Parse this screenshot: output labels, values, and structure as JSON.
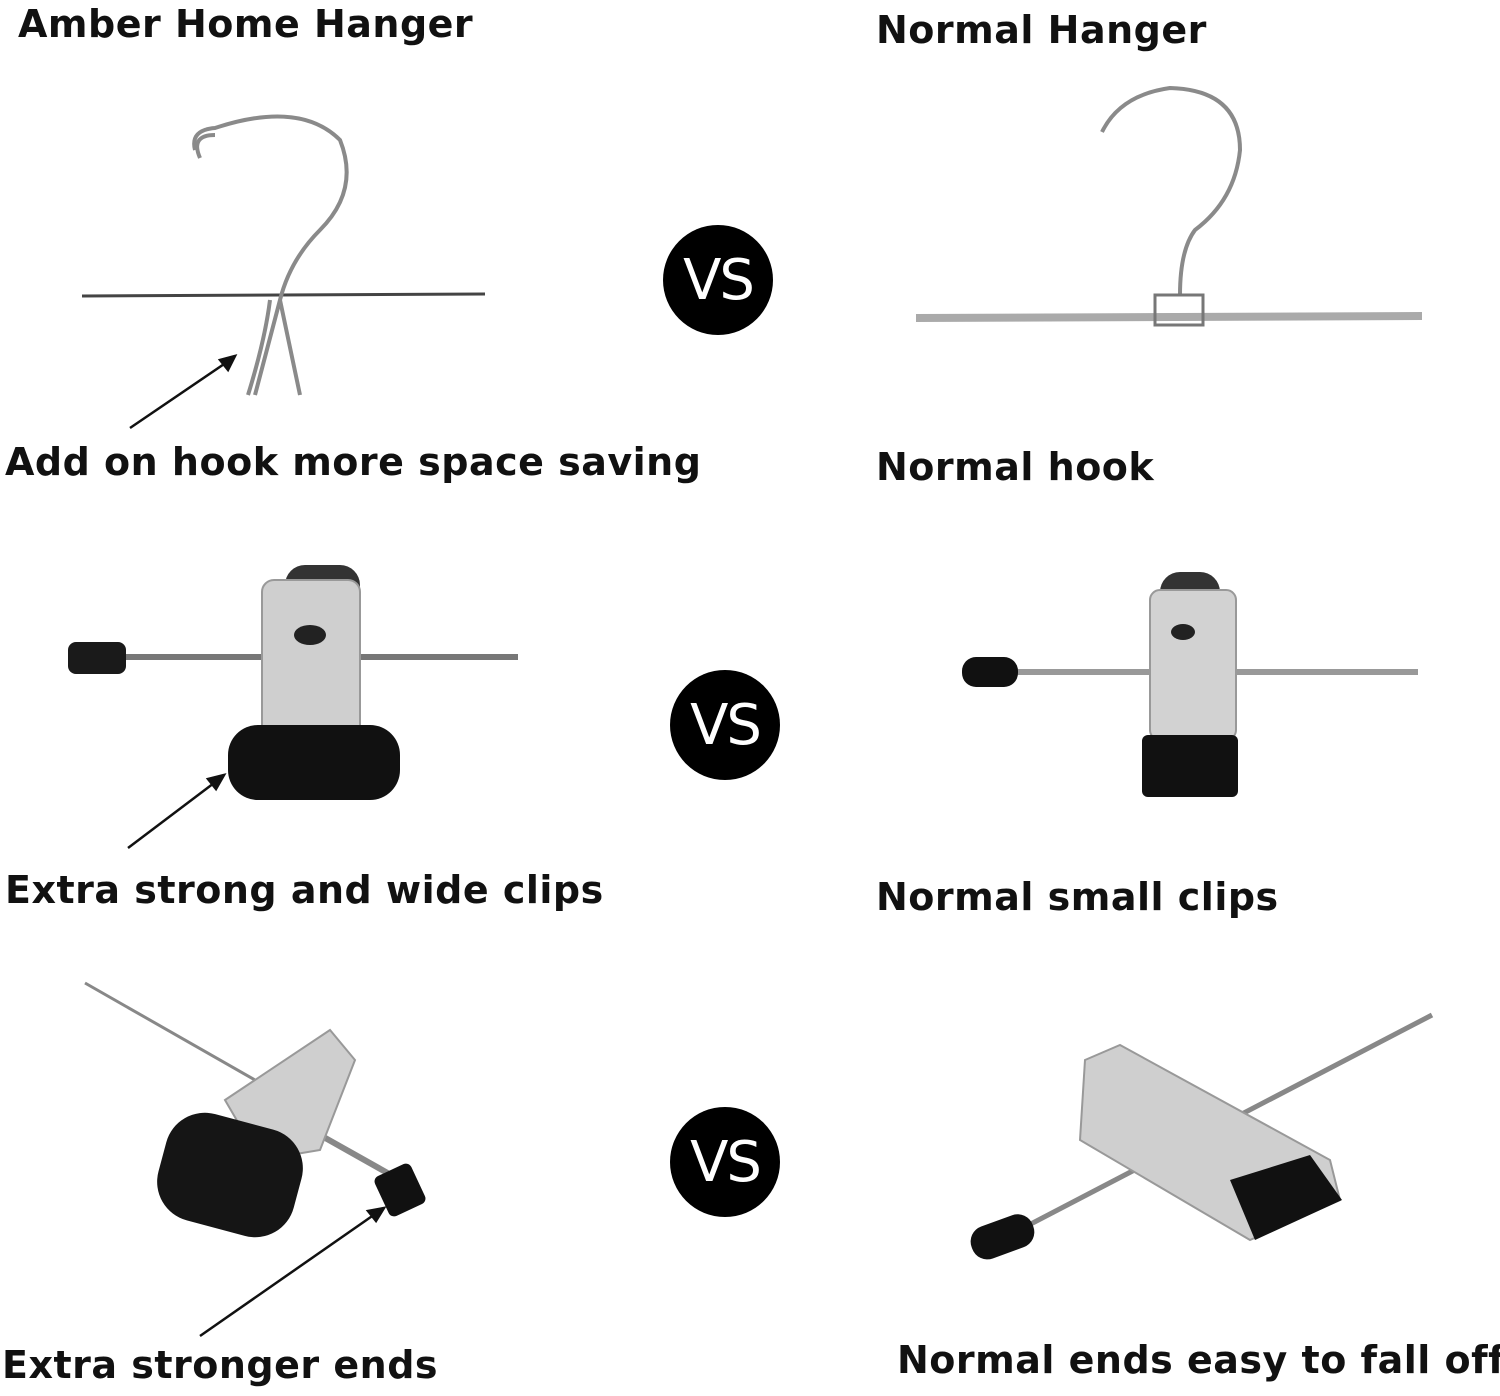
{
  "left": {
    "title": "Amber Home Hanger",
    "features": [
      "Add on hook more space saving",
      "Extra strong and wide clips",
      "Extra stronger ends"
    ]
  },
  "right": {
    "title": "Normal Hanger",
    "features": [
      "Normal hook",
      "Normal small clips",
      "Normal ends easy to fall off"
    ]
  },
  "vs_label": "VS",
  "colors": {
    "text": "#111111",
    "badge": "#000000",
    "metal": "#9a9a9a"
  }
}
